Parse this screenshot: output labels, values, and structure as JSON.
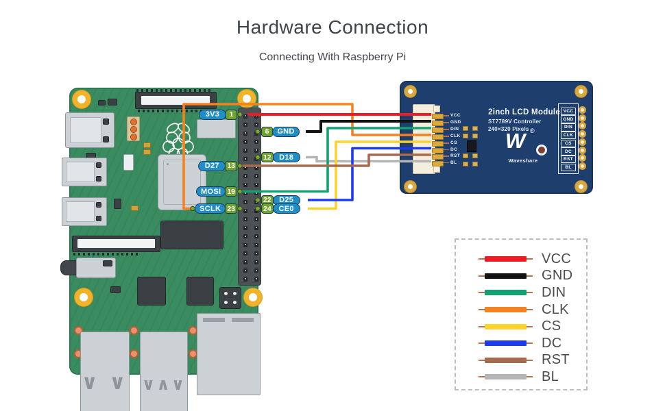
{
  "title": "Hardware Connection",
  "subtitle": "Connecting With Raspberry Pi",
  "pi": {
    "gpio_labels": [
      {
        "label": "3V3",
        "pin": "1"
      },
      {
        "label": "GND",
        "pin": "6"
      },
      {
        "label": "D18",
        "pin": "12"
      },
      {
        "label": "D27",
        "pin": "13"
      },
      {
        "label": "MOSI",
        "pin": "19"
      },
      {
        "label": "D25",
        "pin": "22"
      },
      {
        "label": "SCLK",
        "pin": "23"
      },
      {
        "label": "CE0",
        "pin": "24"
      }
    ]
  },
  "lcd": {
    "title": "2inch LCD Module",
    "subtitle1": "ST7789V Controller",
    "subtitle2": "240×320 Pixels",
    "logo_letter": "W",
    "reg_mark": "®",
    "brand": "Waveshare",
    "left_pins": [
      "VCC",
      "GND",
      "DIN",
      "CLK",
      "CS",
      "DC",
      "RST",
      "BL"
    ],
    "right_pins": [
      "VCC",
      "GND",
      "DIN",
      "CLK",
      "CS",
      "DC",
      "RST",
      "BL"
    ]
  },
  "connections": [
    {
      "pi_label": "3V3",
      "pi_pin": "1",
      "signal": "VCC"
    },
    {
      "pi_label": "GND",
      "pi_pin": "6",
      "signal": "GND"
    },
    {
      "pi_label": "MOSI",
      "pi_pin": "19",
      "signal": "DIN"
    },
    {
      "pi_label": "SCLK",
      "pi_pin": "23",
      "signal": "CLK"
    },
    {
      "pi_label": "CE0",
      "pi_pin": "24",
      "signal": "CS"
    },
    {
      "pi_label": "D25",
      "pi_pin": "22",
      "signal": "DC"
    },
    {
      "pi_label": "D27",
      "pi_pin": "13",
      "signal": "RST"
    },
    {
      "pi_label": "D18",
      "pi_pin": "12",
      "signal": "BL"
    }
  ],
  "legend": {
    "items": [
      {
        "label": "VCC",
        "color": "#ec1b24"
      },
      {
        "label": "GND",
        "color": "#121212"
      },
      {
        "label": "DIN",
        "color": "#12a170"
      },
      {
        "label": "CLK",
        "color": "#f58220"
      },
      {
        "label": "CS",
        "color": "#fdd22e"
      },
      {
        "label": "DC",
        "color": "#1c3bf0"
      },
      {
        "label": "RST",
        "color": "#a66a4f"
      },
      {
        "label": "BL",
        "color": "#b5b5b5"
      }
    ]
  },
  "colors": {
    "pi_board": "#3a8b5f",
    "lcd_board": "#1e3f6e",
    "label_pill": "#1f8dc6",
    "pin_badge": "#71a42d",
    "wire_lead": "#b5724d",
    "legend_border": "#bdbdbd",
    "hole_gold": "#f2b32b",
    "title_text": "#3f444a"
  }
}
